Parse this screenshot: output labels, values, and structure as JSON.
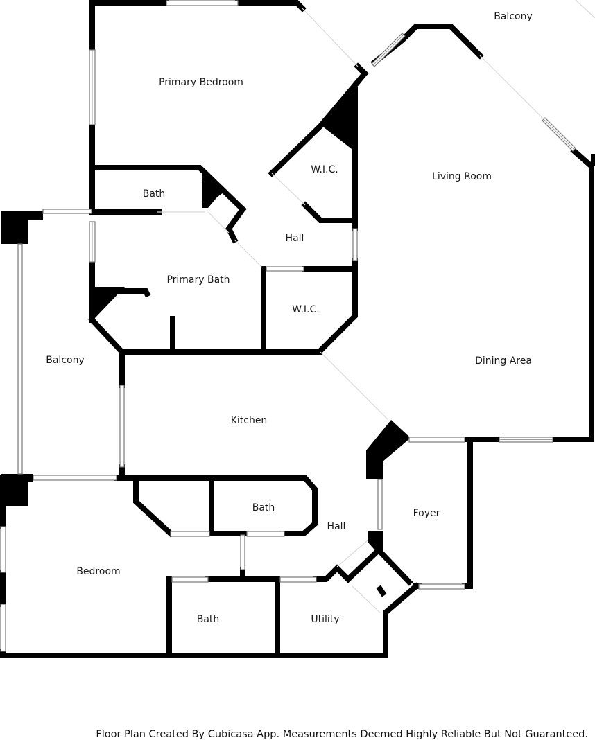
{
  "rooms": {
    "balcony_top": "Balcony",
    "primary_bedroom": "Primary Bedroom",
    "living_room": "Living Room",
    "wic_upper": "W.I.C.",
    "bath_upper": "Bath",
    "hall_upper": "Hall",
    "primary_bath": "Primary Bath",
    "wic_lower": "W.I.C.",
    "balcony_left": "Balcony",
    "dining_area": "Dining Area",
    "kitchen": "Kitchen",
    "bath_middle": "Bath",
    "hall_lower": "Hall",
    "foyer": "Foyer",
    "bedroom": "Bedroom",
    "bath_lower": "Bath",
    "utility": "Utility"
  },
  "footer": "Floor Plan Created By Cubicasa App. Measurements Deemed Highly Reliable But Not Guaranteed."
}
